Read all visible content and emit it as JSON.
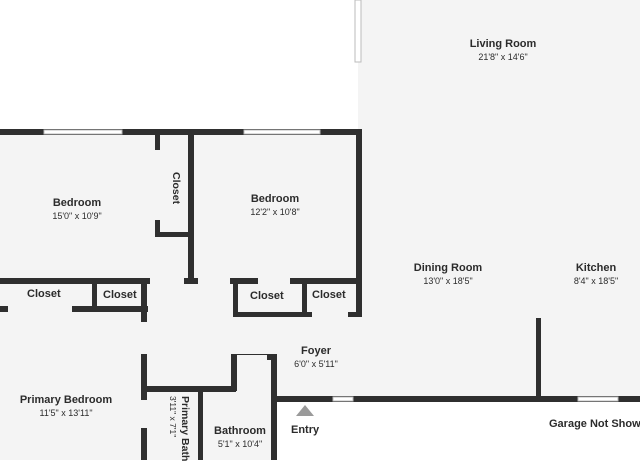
{
  "colors": {
    "wall": "#2f2f2f",
    "floor": "#f4f4f4",
    "window": "#d9d9d9",
    "marker": "#9a9a9a"
  },
  "rooms": {
    "living_room": {
      "name": "Living Room",
      "dims": "21'8\" x 14'6\""
    },
    "bedroom_left": {
      "name": "Bedroom",
      "dims": "15'0\" x 10'9\""
    },
    "bedroom_center": {
      "name": "Bedroom",
      "dims": "12'2\" x 10'8\""
    },
    "dining_room": {
      "name": "Dining Room",
      "dims": "13'0\" x 18'5\""
    },
    "kitchen": {
      "name": "Kitchen",
      "dims": "8'4\" x 18'5\""
    },
    "foyer": {
      "name": "Foyer",
      "dims": "6'0\" x 5'11\""
    },
    "primary_bedroom": {
      "name": "Primary Bedroom",
      "dims": "11'5\" x 13'11\""
    },
    "bathroom": {
      "name": "Bathroom",
      "dims": "5'1\" x 10'4\""
    },
    "primary_bath": {
      "name": "Primary Bath",
      "dims": "3'11\" x 7'1\""
    }
  },
  "closets": {
    "bedroom_closet": "Closet",
    "hall_left": "Closet",
    "hall_small": "Closet",
    "center_left": "Closet",
    "center_right": "Closet"
  },
  "entry_label": "Entry",
  "garage_label": "Garage Not Shown"
}
